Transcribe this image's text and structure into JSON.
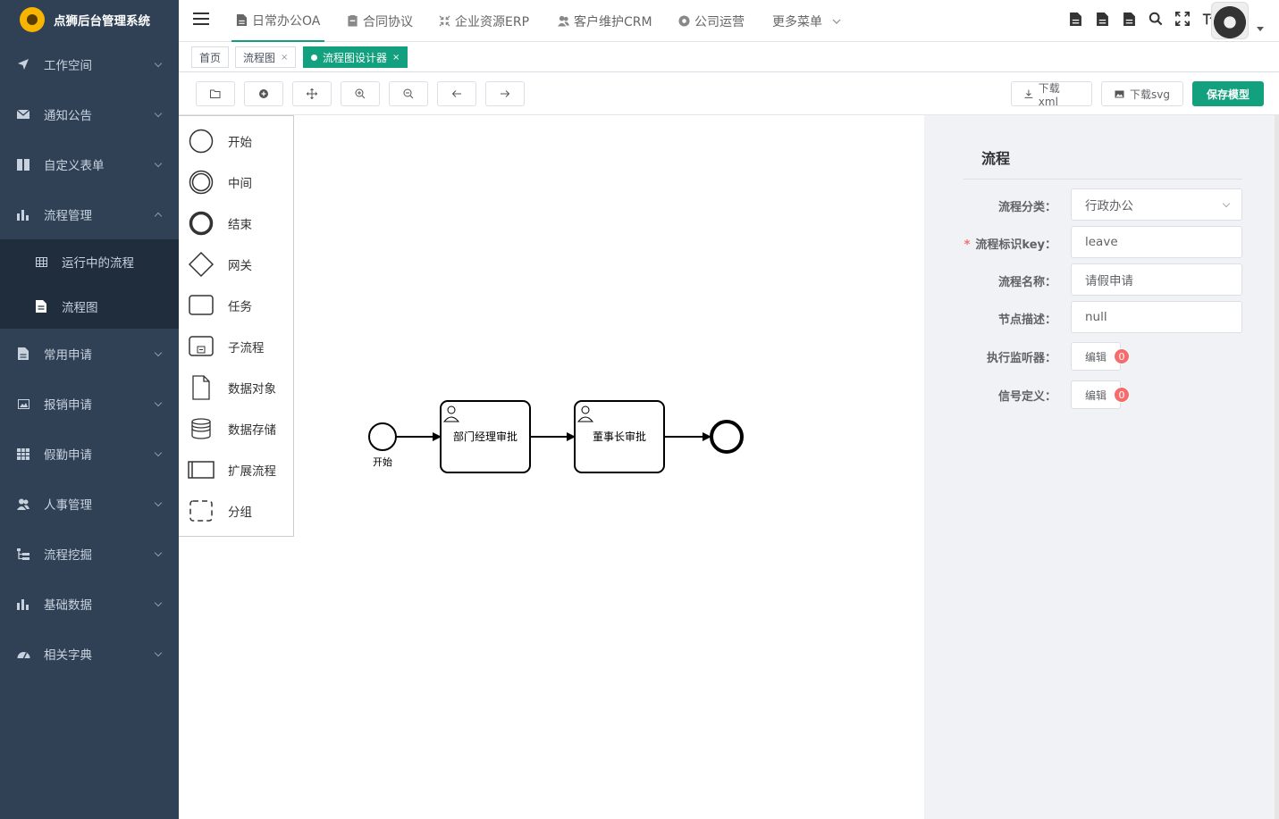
{
  "app": {
    "title": "点狮后台管理系统"
  },
  "sidebar": {
    "items": [
      {
        "label": "工作空间",
        "icon": "paper-plane-icon"
      },
      {
        "label": "通知公告",
        "icon": "envelope-icon"
      },
      {
        "label": "自定义表单",
        "icon": "book-icon"
      },
      {
        "label": "流程管理",
        "icon": "bar-chart-icon",
        "expanded": true
      },
      {
        "label": "常用申请",
        "icon": "file-icon"
      },
      {
        "label": "报销申请",
        "icon": "image-icon"
      },
      {
        "label": "假勤申请",
        "icon": "grid-icon"
      },
      {
        "label": "人事管理",
        "icon": "users-icon"
      },
      {
        "label": "流程挖掘",
        "icon": "tree-icon"
      },
      {
        "label": "基础数据",
        "icon": "bar-chart-icon"
      },
      {
        "label": "相关字典",
        "icon": "dashboard-icon"
      }
    ],
    "subitems": [
      {
        "label": "运行中的流程",
        "icon": "table-icon"
      },
      {
        "label": "流程图",
        "icon": "file-text-icon"
      }
    ]
  },
  "topnav": {
    "tabs": [
      {
        "label": "日常办公OA",
        "icon": "file-icon"
      },
      {
        "label": "合同协议",
        "icon": "clipboard-icon"
      },
      {
        "label": "企业资源ERP",
        "icon": "compress-icon"
      },
      {
        "label": "客户维护CRM",
        "icon": "users-icon"
      },
      {
        "label": "公司运营",
        "icon": "globe-icon"
      },
      {
        "label": "更多菜单"
      }
    ]
  },
  "tags": [
    {
      "label": "首页"
    },
    {
      "label": "流程图",
      "close": "×"
    },
    {
      "label": "流程图设计器",
      "close": "×",
      "active": true
    }
  ],
  "toolbar": {
    "download_xml": "下载xml",
    "download_svg": "下载svg",
    "save_model": "保存模型"
  },
  "palette": [
    {
      "label": "开始",
      "shape": "start-event"
    },
    {
      "label": "中间",
      "shape": "intermediate-event"
    },
    {
      "label": "结束",
      "shape": "end-event"
    },
    {
      "label": "网关",
      "shape": "gateway"
    },
    {
      "label": "任务",
      "shape": "task"
    },
    {
      "label": "子流程",
      "shape": "subprocess"
    },
    {
      "label": "数据对象",
      "shape": "data-object"
    },
    {
      "label": "数据存储",
      "shape": "data-store"
    },
    {
      "label": "扩展流程",
      "shape": "pool"
    },
    {
      "label": "分组",
      "shape": "group"
    }
  ],
  "diagram": {
    "start_label": "开始",
    "task1": "部门经理审批",
    "task2": "董事长审批"
  },
  "props": {
    "title": "流程",
    "category_label": "流程分类：",
    "category_value": "行政办公",
    "key_required": "*",
    "key_label": "流程标识key：",
    "key_value": "leave",
    "name_label": "流程名称：",
    "name_value": "请假申请",
    "desc_label": "节点描述：",
    "desc_value": "null",
    "listener_label": "执行监听器：",
    "listener_btn": "编辑",
    "listener_count": "0",
    "signal_label": "信号定义：",
    "signal_btn": "编辑",
    "signal_count": "0"
  },
  "colors": {
    "primary": "#13a07e",
    "sidebar": "#304156",
    "sidebar_active": "#1f2d3d",
    "badge": "#f56c6c"
  }
}
